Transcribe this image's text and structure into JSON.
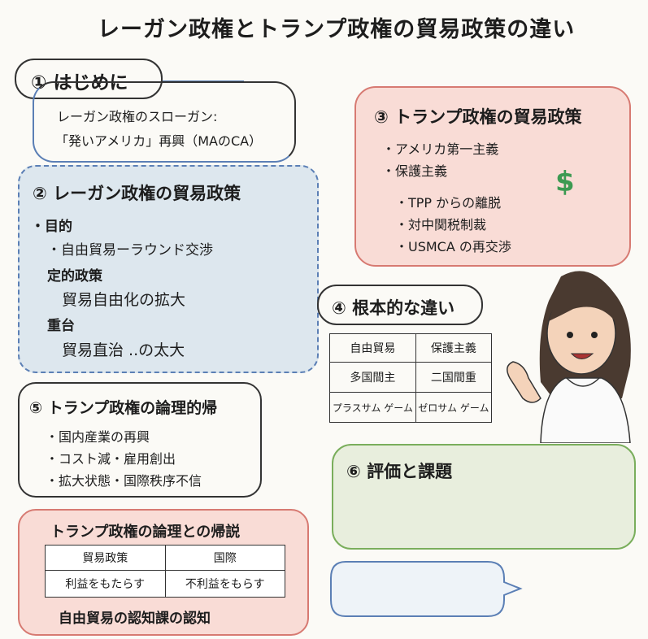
{
  "title": "レーガン政権とトランプ政権の貿易政策の違い",
  "colors": {
    "blue": "#5b7fb5",
    "red": "#d77a72",
    "green": "#7aae5c",
    "pink_bg": "#f9dcd6",
    "blue_bg": "#dde7ee",
    "green_bg": "#e8eedd",
    "lightblue_bg": "#eef3f8"
  },
  "s1": {
    "header": "① はじめに",
    "line1": "レーガン政権のスローガン:",
    "line2": "「発いアメリカ」再興（MAのCA）"
  },
  "s2": {
    "header": "② レーガン政権の貿易政策",
    "items": [
      "・目的",
      "・自由貿易ーラウンド交渉",
      "定的政策",
      "貿易自由化の拡大",
      "重台",
      "貿易直治 ..の太大"
    ]
  },
  "s3": {
    "header": "③ トランプ政権の貿易政策",
    "items": [
      "・アメリカ第一主義",
      "・保護主義",
      "・TPP からの離脱",
      "・対中関税制裁",
      "・USMCA の再交渉"
    ],
    "icon": "$"
  },
  "s4": {
    "header": "④ 根本的な違い",
    "table": [
      [
        "自由貿易",
        "保護主義"
      ],
      [
        "多国間主",
        "二国間重"
      ],
      [
        "プラスサム ゲーム",
        "ゼロサム ゲーム"
      ]
    ]
  },
  "s5": {
    "header": "⑤ トランプ政権の論理的帰",
    "items": [
      "・国内産業の再興",
      "・コスト減・雇用創出",
      "・拡大状態・国際秩序不信"
    ]
  },
  "s6": {
    "header": "⑥ 評価と課題"
  },
  "s7": {
    "header": "トランプ政権の論理との帰説",
    "table": [
      [
        "貿易政策",
        "国際"
      ],
      [
        "利益をもたらす",
        "不利益をもらす"
      ]
    ],
    "footer": "自由貿易の認知課の認知"
  }
}
